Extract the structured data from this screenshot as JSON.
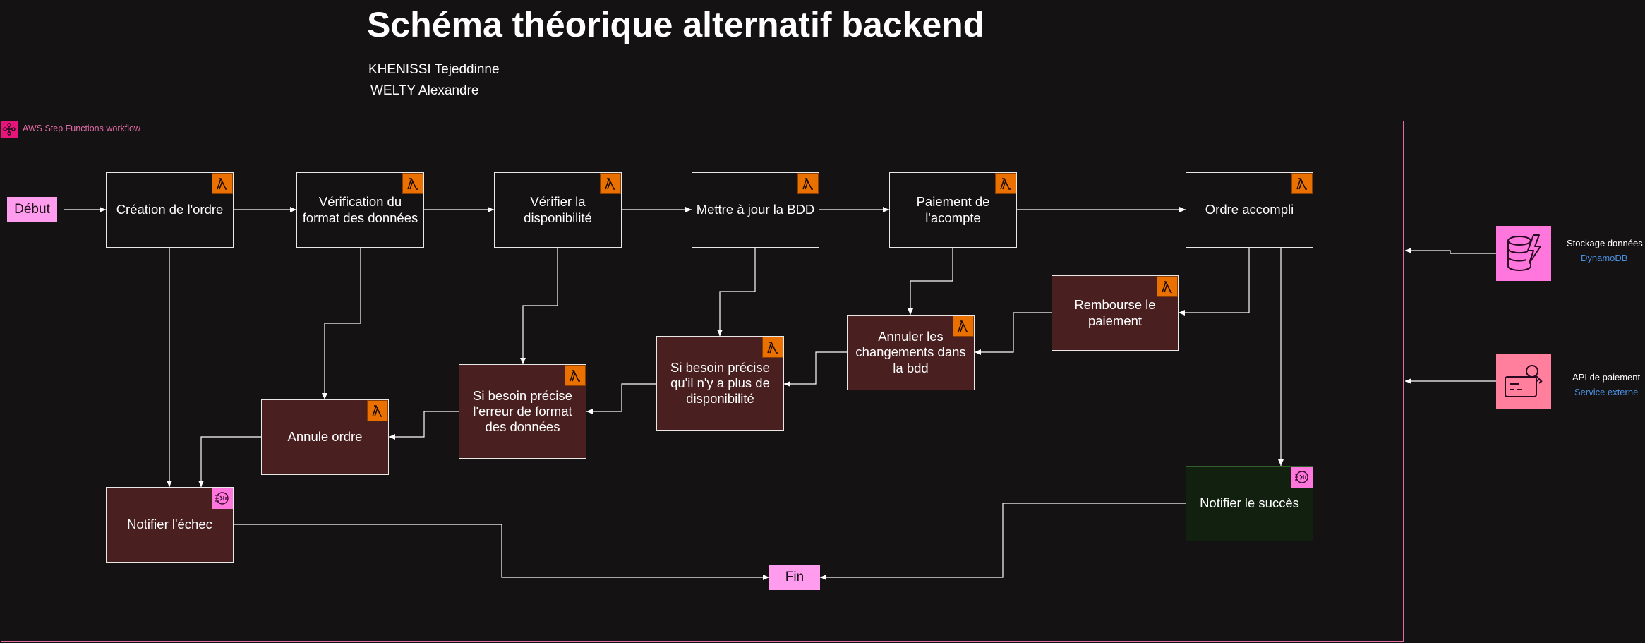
{
  "header": {
    "title": "Schéma théorique alternatif backend",
    "authors": [
      "KHENISSI Tejeddinne",
      "WELTY Alexandre"
    ]
  },
  "workflow": {
    "label": "AWS Step Functions workflow",
    "start": "Début",
    "end": "Fin",
    "tasks": [
      "Création de l'ordre",
      "Vérification du format des données",
      "Vérifier la disponibilité",
      "Mettre à jour la BDD",
      "Paiement de l'acompte",
      "Ordre accompli"
    ],
    "compensations": {
      "refund": "Rembourse le paiement",
      "cancel_db": "Annuler les changements dans la bdd",
      "no_stock": "Si besoin précise qu'il n'y a plus de disponibilité",
      "format_error": "Si besoin précise l'erreur de format des données",
      "cancel_order": "Annule ordre"
    },
    "notify_failure": "Notifier l'échec",
    "notify_success": "Notifier le succès"
  },
  "services": {
    "storage": {
      "title": "Stockage données",
      "subtitle": "DynamoDB",
      "icon": "dynamodb-icon",
      "color": "#ff77dd"
    },
    "payment": {
      "title": "API de paiement",
      "subtitle": "Service externe",
      "icon": "payment-api-icon",
      "color": "#ff7f9c"
    }
  },
  "colors": {
    "frame": "#e16ba5",
    "lambda": "#ea7000",
    "failure_fill": "#4a1f20",
    "success_fill": "#11200f",
    "terminal_fill": "#ff9cee"
  }
}
